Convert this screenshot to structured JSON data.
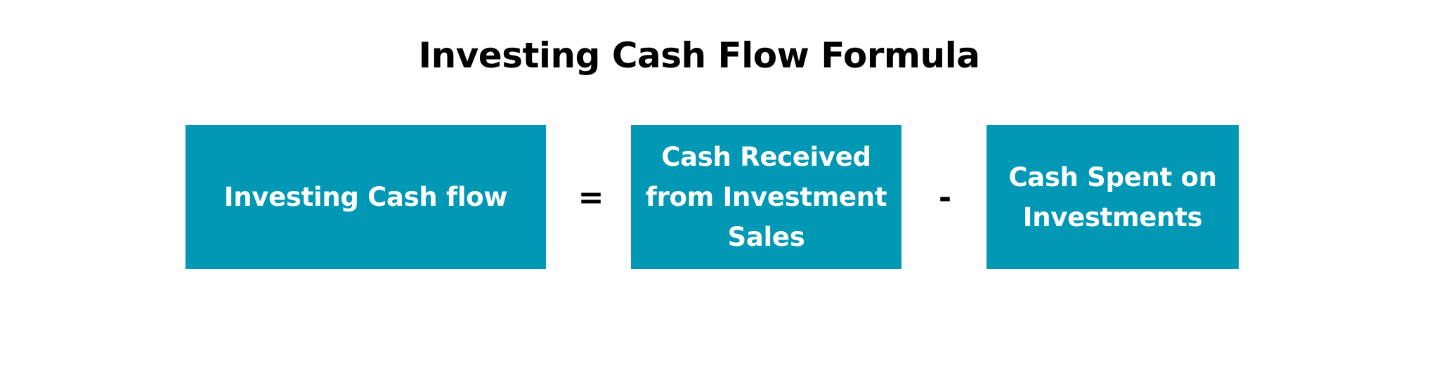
{
  "title": "Investing Cash Flow Formula",
  "formula": {
    "result": "Investing Cash flow",
    "equals": "=",
    "term1": "Cash Received from Investment Sales",
    "minus": "-",
    "term2": "Cash Spent on Investments"
  },
  "colors": {
    "box_fill": "#0098b4",
    "box_text": "#ffffff",
    "title_text": "#000000"
  }
}
